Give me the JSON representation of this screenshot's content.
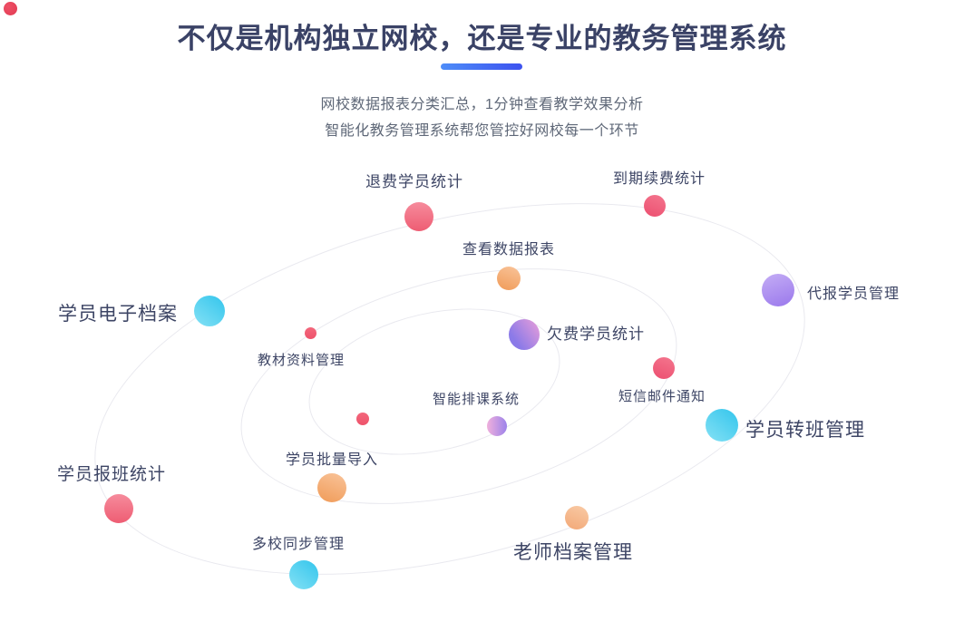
{
  "header": {
    "title": "不仅是机构独立网校，还是专业的教务管理系统",
    "title_color": "#3a4266",
    "underline_gradient": [
      "#4e8df8",
      "#3d52ef"
    ],
    "subtitle_line1": "网校数据报表分类汇总，1分钟查看教学效果分析",
    "subtitle_line2": "智能化教务管理系统帮您管控好网校每一个环节",
    "subtitle_color": "#5f6878"
  },
  "decorations": {
    "corner_dot_color": "#e84a5f",
    "orbit_line_color": "#e9e9ef",
    "orbit_count": 3
  },
  "diagram": {
    "features": [
      {
        "label": "退费学员统计",
        "dot_color": "#ee5d73"
      },
      {
        "label": "到期续费统计",
        "dot_color": "#ec4f70"
      },
      {
        "label": "查看数据报表",
        "dot_color": "#f09b58"
      },
      {
        "label": "学员电子档案",
        "dot_color": "#33c5ec"
      },
      {
        "label": "教材资料管理",
        "dot_color": "#ee536b"
      },
      {
        "label": "欠费学员统计",
        "dot_color": "#8b7ae8"
      },
      {
        "label": "智能排课系统",
        "dot_color": "#9c82ea"
      },
      {
        "label": "短信邮件通知",
        "dot_color": "#ec4f70"
      },
      {
        "label": "学员转班管理",
        "dot_color": "#33c5ec"
      },
      {
        "label": "代报学员管理",
        "dot_color": "#9a78ec"
      },
      {
        "label": "学员批量导入",
        "dot_color": "#f09b58"
      },
      {
        "label": "学员报班统计",
        "dot_color": "#ee5d73"
      },
      {
        "label": "多校同步管理",
        "dot_color": "#33c5ec"
      },
      {
        "label": "老师档案管理",
        "dot_color": "#f2a877"
      }
    ]
  }
}
